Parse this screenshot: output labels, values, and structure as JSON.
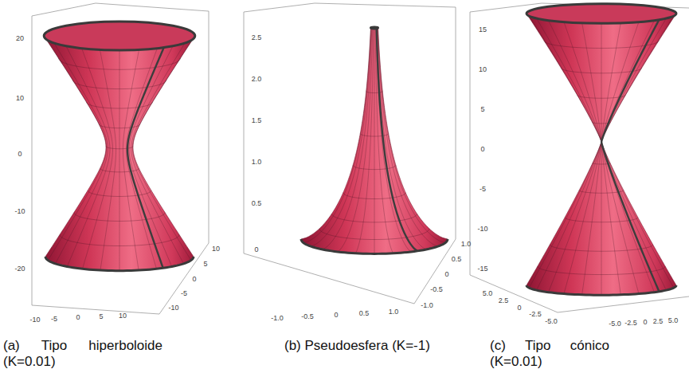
{
  "diagram": {
    "labels": [
      "20",
      "10",
      "0",
      "-10",
      "-20",
      "-10",
      "-5",
      "0",
      "5",
      "10",
      "10",
      "5",
      "0",
      "-5",
      "-10",
      "2.5",
      "2.0",
      "1.5",
      "1.0",
      "0.5",
      "0",
      "-1.0",
      "-0.5",
      "0",
      "0.5",
      "1.0",
      "1.0",
      "0.5",
      "0",
      "-0.5",
      "-1.0",
      "15",
      "10",
      "5",
      "0",
      "-5",
      "-10",
      "-15",
      "5.0",
      "2.5",
      "0",
      "-2.5",
      "-5.0",
      "-5.0",
      "-2.5",
      "0",
      "2.5",
      "5.0",
      "(a) Tipo hiperboloide (K=0.01)",
      "(b) Pseudoesfera (K=-1)",
      "(c) Tipo cónico (K=0.01)"
    ]
  }
}
